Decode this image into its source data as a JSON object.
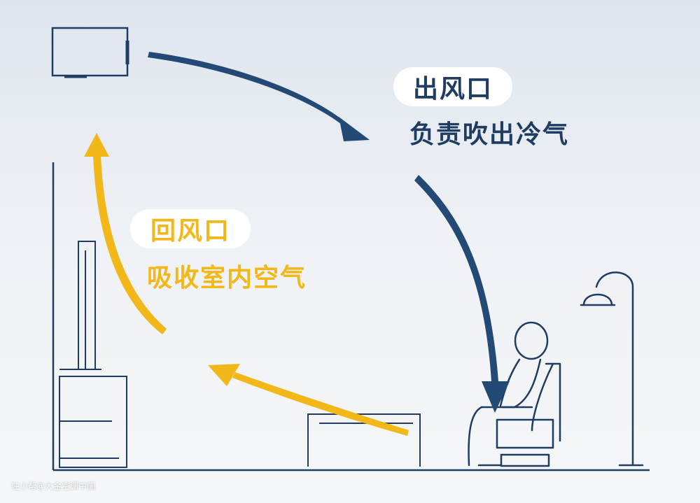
{
  "labels": {
    "outlet_title": "出风口",
    "outlet_desc": "负责吹出冷气",
    "return_title": "回风口",
    "return_desc": "吸收室内空气"
  },
  "watermark": "住小帮@大金空调中国",
  "colors": {
    "line": "#1f3c63",
    "cold_air": "#234a74",
    "return_air": "#f2b718",
    "pill_bg": "#ffffff"
  }
}
